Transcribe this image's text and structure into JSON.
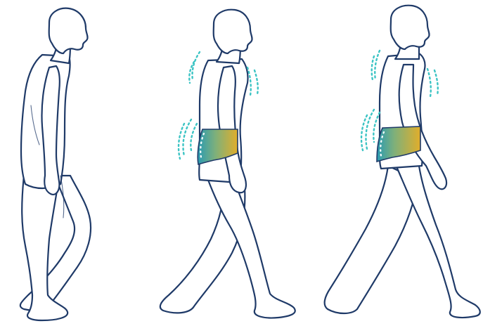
{
  "colors": {
    "background": "#ffffff",
    "outline": "#1f3a68",
    "motion_marks": "#3cc4c4",
    "brace_teal": "#2a9bb3",
    "brace_gold": "#e2ae2a"
  },
  "figures": [
    {
      "name": "walking-figure-plain",
      "brace": false,
      "motion_marks": false
    },
    {
      "name": "walking-figure-brace",
      "brace": true,
      "motion_marks": true
    },
    {
      "name": "walking-figure-brace-upright",
      "brace": true,
      "motion_marks": true
    }
  ]
}
